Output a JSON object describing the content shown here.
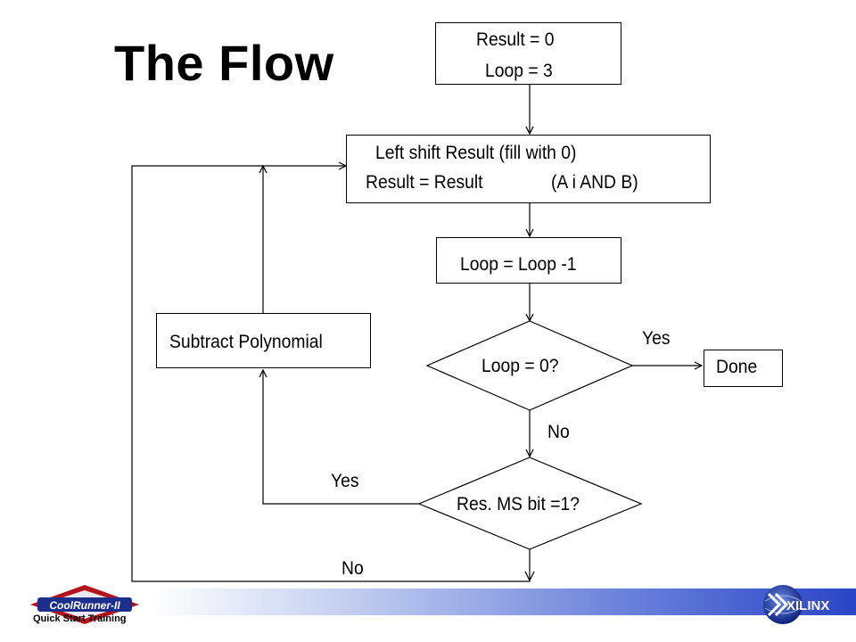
{
  "slide": {
    "title": "The Flow"
  },
  "flowchart": {
    "start": {
      "line1": "Result = 0",
      "line2": "Loop = 3"
    },
    "shift": {
      "line1": "Left shift Result (fill with 0)",
      "line2_left": "Result = Result",
      "line2_right": "(A i  AND  B)"
    },
    "decrement": {
      "label": "Loop = Loop -1"
    },
    "loop_check": {
      "label": "Loop = 0?"
    },
    "done": {
      "label": "Done"
    },
    "subtract": {
      "label": "Subtract Polynomial"
    },
    "msb_check": {
      "label": "Res. MS bit =1?"
    },
    "edges": {
      "loop_yes": "Yes",
      "loop_no": "No",
      "msb_yes": "Yes",
      "msb_no": "No"
    }
  },
  "footer": {
    "logo_text": "CoolRunner-II",
    "training_label": "Quick Start Training",
    "brand": "XILINX"
  },
  "colors": {
    "footer_band_dark": "#2a45c6",
    "logo_red": "#b5121b",
    "logo_blue": "#1c2f8c"
  }
}
